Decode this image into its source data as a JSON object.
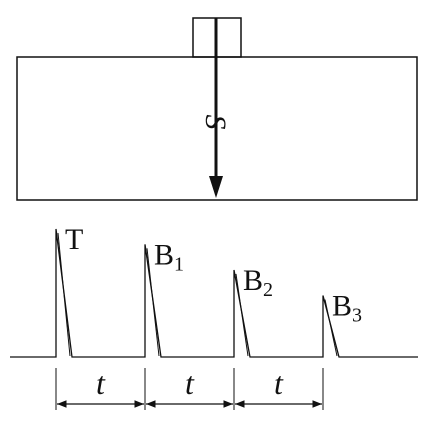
{
  "diagram": {
    "depth_label": "S",
    "pulses": [
      {
        "letter": "T",
        "sub": "",
        "amplitude": 1.0
      },
      {
        "letter": "B",
        "sub": "1",
        "amplitude": 0.88
      },
      {
        "letter": "B",
        "sub": "2",
        "amplitude": 0.68
      },
      {
        "letter": "B",
        "sub": "3",
        "amplitude": 0.48
      }
    ],
    "intervals": [
      "t",
      "t",
      "t"
    ]
  }
}
